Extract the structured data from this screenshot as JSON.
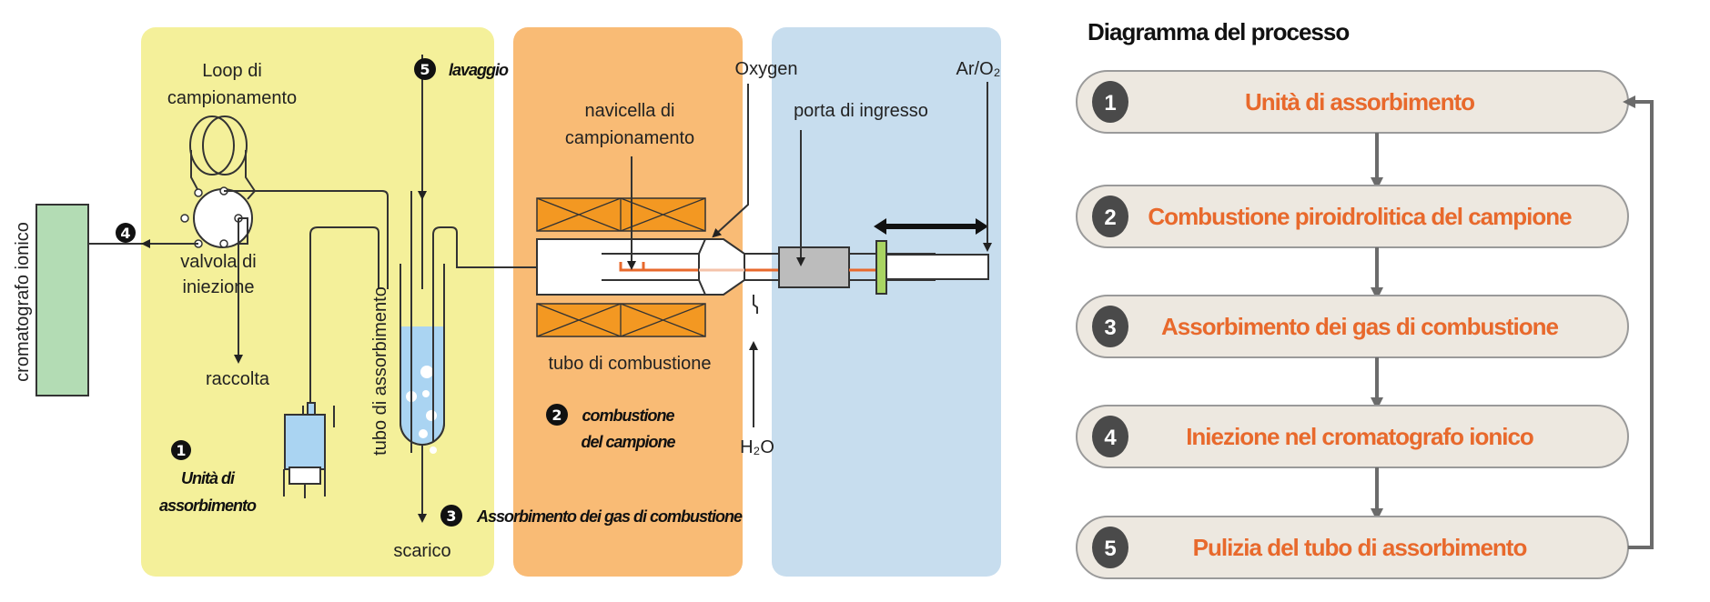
{
  "colors": {
    "absorption_zone": "#f4f09a",
    "combustion_zone": "#f9bb75",
    "inlet_zone": "#c7ddee",
    "chromatograph": "#b3dcb4",
    "furnace": "#f39822",
    "liquid": "#aad4f2",
    "sample_boat": "#e8692c",
    "inlet_port": "#bcbcbc",
    "seal": "#a9d462",
    "step_fill": "#ede8e0",
    "step_text": "#e8692c",
    "step_badge": "#4a4a4a",
    "arrow": "#6b6b6b"
  },
  "diagram": {
    "chromatograph_label": "cromatografo ionico",
    "loop_label": [
      "Loop di",
      "campionamento"
    ],
    "valve_label": [
      "valvola di",
      "iniezione"
    ],
    "collection_label": "raccolta",
    "absorption_tube_label": "tubo di assorbimento",
    "drain_label": "scarico",
    "wash_label": "lavaggio",
    "boat_label": [
      "navicella di",
      "campionamento"
    ],
    "combustion_tube_label": "tubo di combustione",
    "oxygen_label": "Oxygen",
    "inlet_port_label": "porta di ingresso",
    "ar_o2_label": "Ar/O₂",
    "water_label": "H₂O",
    "steps": {
      "s1": {
        "num": "1",
        "text": [
          "Unità di",
          "assorbimento"
        ]
      },
      "s2": {
        "num": "2",
        "text": [
          "combustione",
          "del campione"
        ]
      },
      "s3": {
        "num": "3",
        "text": "Assorbimento dei gas di combustione"
      },
      "s4": {
        "num": "4"
      },
      "s5": {
        "num": "5",
        "text": "lavaggio"
      }
    }
  },
  "flow": {
    "title": "Diagramma del processo",
    "steps": [
      {
        "num": "1",
        "label": "Unità di assorbimento"
      },
      {
        "num": "2",
        "label": "Combustione piroidrolitica del campione"
      },
      {
        "num": "3",
        "label": "Assorbimento dei gas di combustione"
      },
      {
        "num": "4",
        "label": "Iniezione nel cromatografo ionico"
      },
      {
        "num": "5",
        "label": "Pulizia del tubo di assorbimento"
      }
    ]
  }
}
